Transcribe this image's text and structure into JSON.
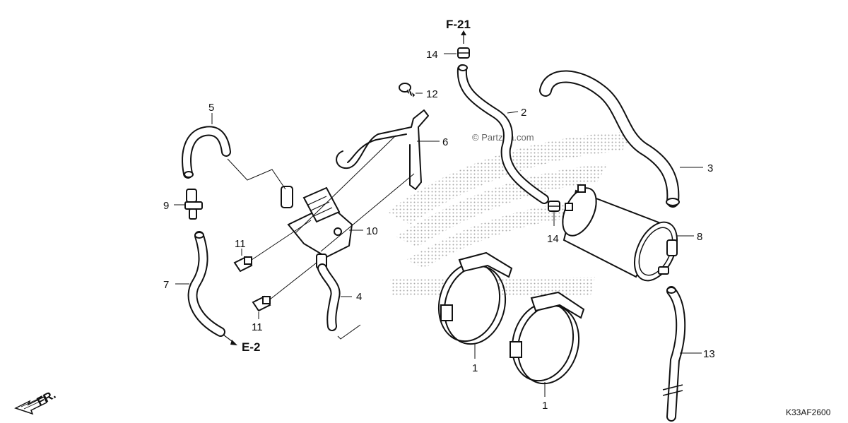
{
  "references": {
    "top": "F-21",
    "bottom": "E-2",
    "front": "FR."
  },
  "watermark": "© Partzilla.com",
  "diagram_code": "K33AF2600",
  "callouts": {
    "c1a": "1",
    "c1b": "1",
    "c2": "2",
    "c3": "3",
    "c4": "4",
    "c5": "5",
    "c6": "6",
    "c7": "7",
    "c8": "8",
    "c9": "9",
    "c10": "10",
    "c11a": "11",
    "c11b": "11",
    "c12": "12",
    "c13": "13",
    "c14a": "14",
    "c14b": "14"
  },
  "colors": {
    "line": "#111111",
    "background": "#ffffff",
    "logo_dots": "#9a9a9a"
  }
}
